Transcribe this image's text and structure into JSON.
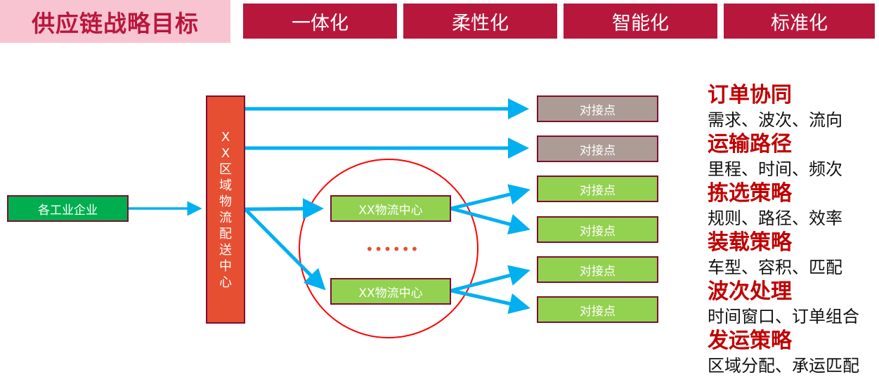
{
  "header": {
    "title": "供应链战略目标",
    "goals": [
      "一体化",
      "柔性化",
      "智能化",
      "标准化"
    ]
  },
  "diagram": {
    "source": "各工业企业",
    "hub_chars": [
      "X",
      "X",
      "区",
      "域",
      "物",
      "流",
      "配",
      "送",
      "中",
      "心"
    ],
    "hub_label": "XX区域物流配送中心",
    "centers": [
      "XX物流中心",
      "XX物流中心"
    ],
    "ellipsis": "••••••",
    "docks": [
      {
        "label": "对接点",
        "status": "grey"
      },
      {
        "label": "对接点",
        "status": "grey"
      },
      {
        "label": "对接点",
        "status": "green"
      },
      {
        "label": "对接点",
        "status": "green"
      },
      {
        "label": "对接点",
        "status": "green"
      },
      {
        "label": "对接点",
        "status": "green"
      }
    ],
    "colors": {
      "arrow": "#00b0f0",
      "circle": "#ff0000",
      "hub": "#e64f32",
      "source": "#00ae4f",
      "center": "#93d150",
      "dock_grey": "#ad9c95",
      "dock_green": "#93d150",
      "border": "#7b1030"
    }
  },
  "strategies": [
    {
      "title": "订单协同",
      "desc": "需求、波次、流向"
    },
    {
      "title": "运输路径",
      "desc": "里程、时间、频次"
    },
    {
      "title": "拣选策略",
      "desc": "规则、路径、效率"
    },
    {
      "title": "装载策略",
      "desc": "车型、容积、匹配"
    },
    {
      "title": "波次处理",
      "desc": "时间窗口、订单组合"
    },
    {
      "title": "发运策略",
      "desc": "区域分配、承运匹配"
    }
  ]
}
